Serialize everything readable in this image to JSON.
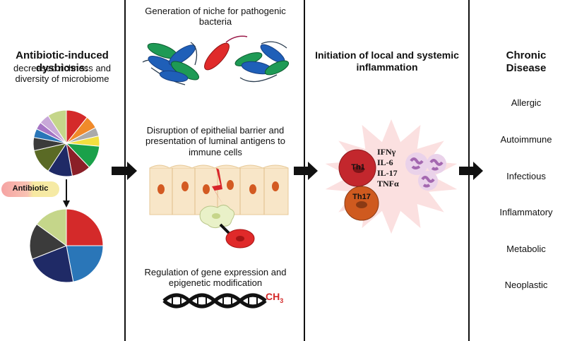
{
  "col1": {
    "title": "Antibiotic-induced dysbiosis:",
    "subtitle": "decreased richness and diversity of microbiome",
    "pill_label": "Antibiotic"
  },
  "col2": {
    "label1": "Generation of niche for pathogenic bacteria",
    "label2": "Disruption of epithelial barrier and presentation of luminal antigens to immune cells",
    "label3": "Regulation of gene expression and epigenetic modification",
    "ch3": "CH",
    "ch3_sub": "3"
  },
  "col3": {
    "title": "Initiation of local and systemic inflammation",
    "th1": "Th1",
    "th17": "Th17",
    "cytokines": [
      "IFNγ",
      "IL-6",
      "IL-17",
      "TNFα"
    ]
  },
  "col4": {
    "title": "Chronic Disease",
    "diseases": [
      "Allergic",
      "Autoimmune",
      "Infectious",
      "Inflammatory",
      "Metabolic",
      "Neoplastic"
    ]
  },
  "colors": {
    "red": "#d42a2a",
    "blue": "#2a76b8",
    "navy": "#1f2a66",
    "dark_gray": "#3b3b3b",
    "lime": "#c5d68a",
    "green": "#1aa14a",
    "teal": "#2a9a7a",
    "purple": "#a574c4",
    "olive": "#5a6a25",
    "brick": "#8b1f28",
    "orange": "#f08a2a",
    "yellow": "#f2df40"
  }
}
